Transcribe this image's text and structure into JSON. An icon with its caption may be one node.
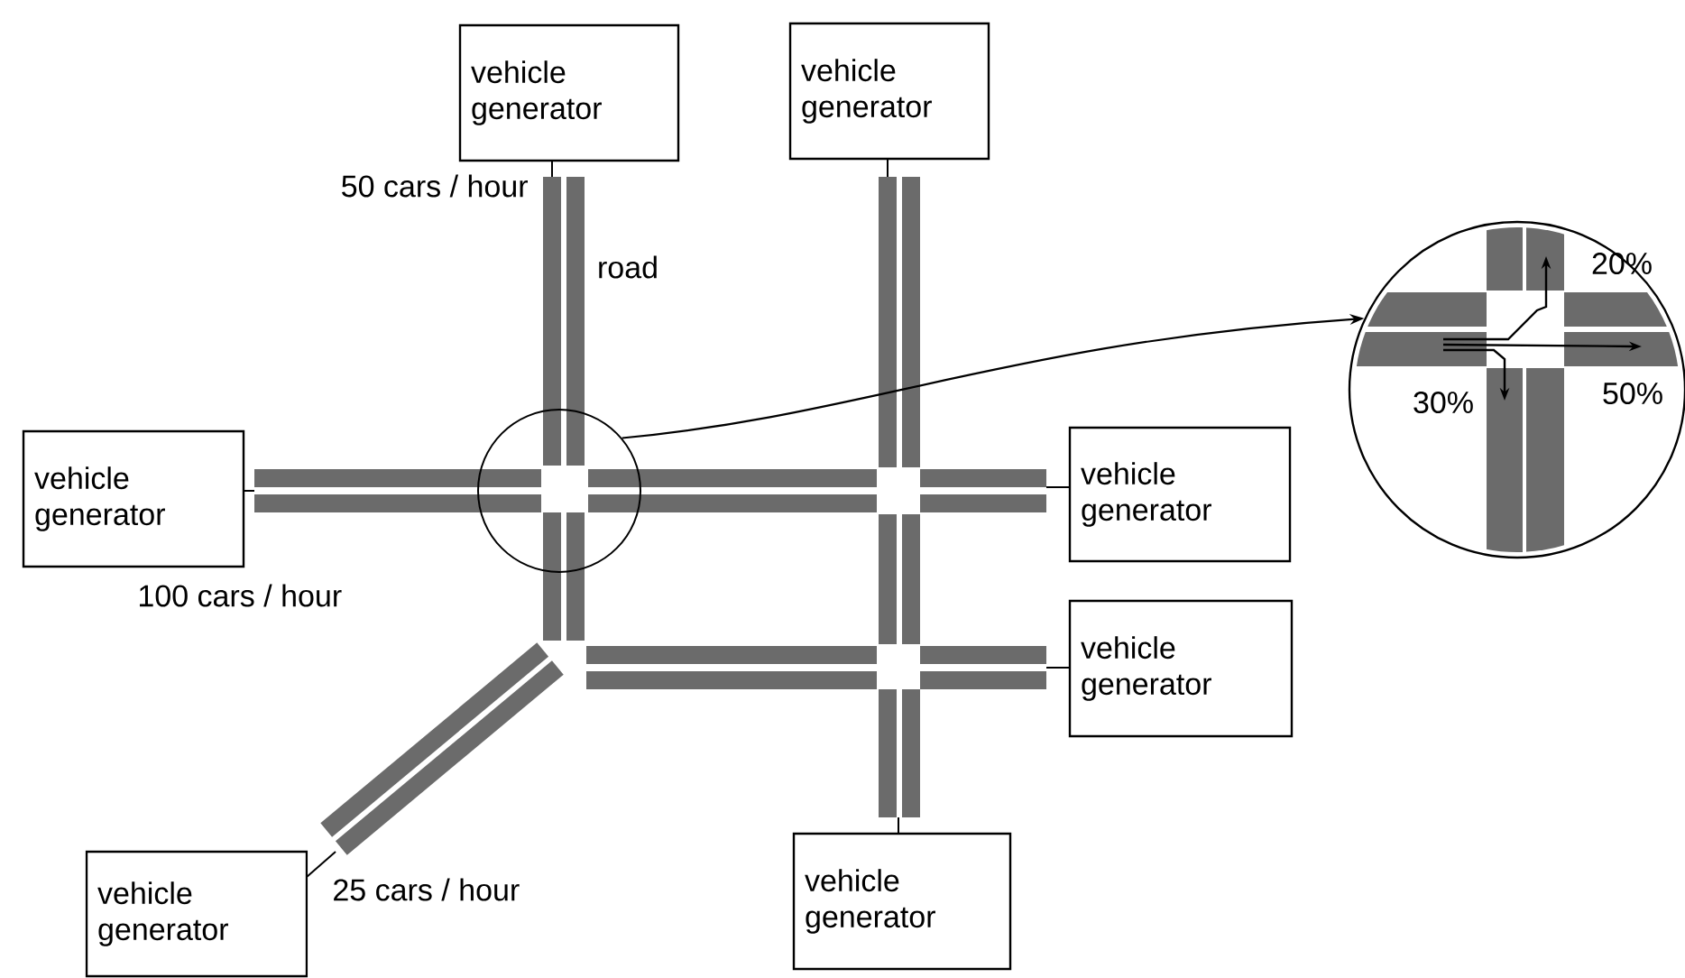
{
  "diagram": {
    "nodes": [
      {
        "text": [
          "vehicle generator"
        ],
        "beside": [
          "50 cars / hour"
        ]
      },
      {
        "text": [
          "vehicle generator"
        ]
      },
      {
        "text": [
          "20%",
          "30%",
          "50%"
        ]
      },
      {
        "text": [],
        "shape": "circle"
      },
      {
        "text": [
          "vehicle generator"
        ],
        "beside": [
          "100 cars / hour"
        ]
      },
      {
        "text": [
          "vehicle generator"
        ]
      },
      {
        "text": [
          "vehicle generator"
        ]
      },
      {
        "text": [
          "vehicle generator"
        ]
      },
      {
        "text": [
          "vehicle generator"
        ],
        "beside": [
          "25 cars / hour"
        ]
      }
    ],
    "edges": [
      {
        "from": 3,
        "to": 2,
        "arrow": "to"
      }
    ],
    "labels": [
      "road"
    ]
  }
}
